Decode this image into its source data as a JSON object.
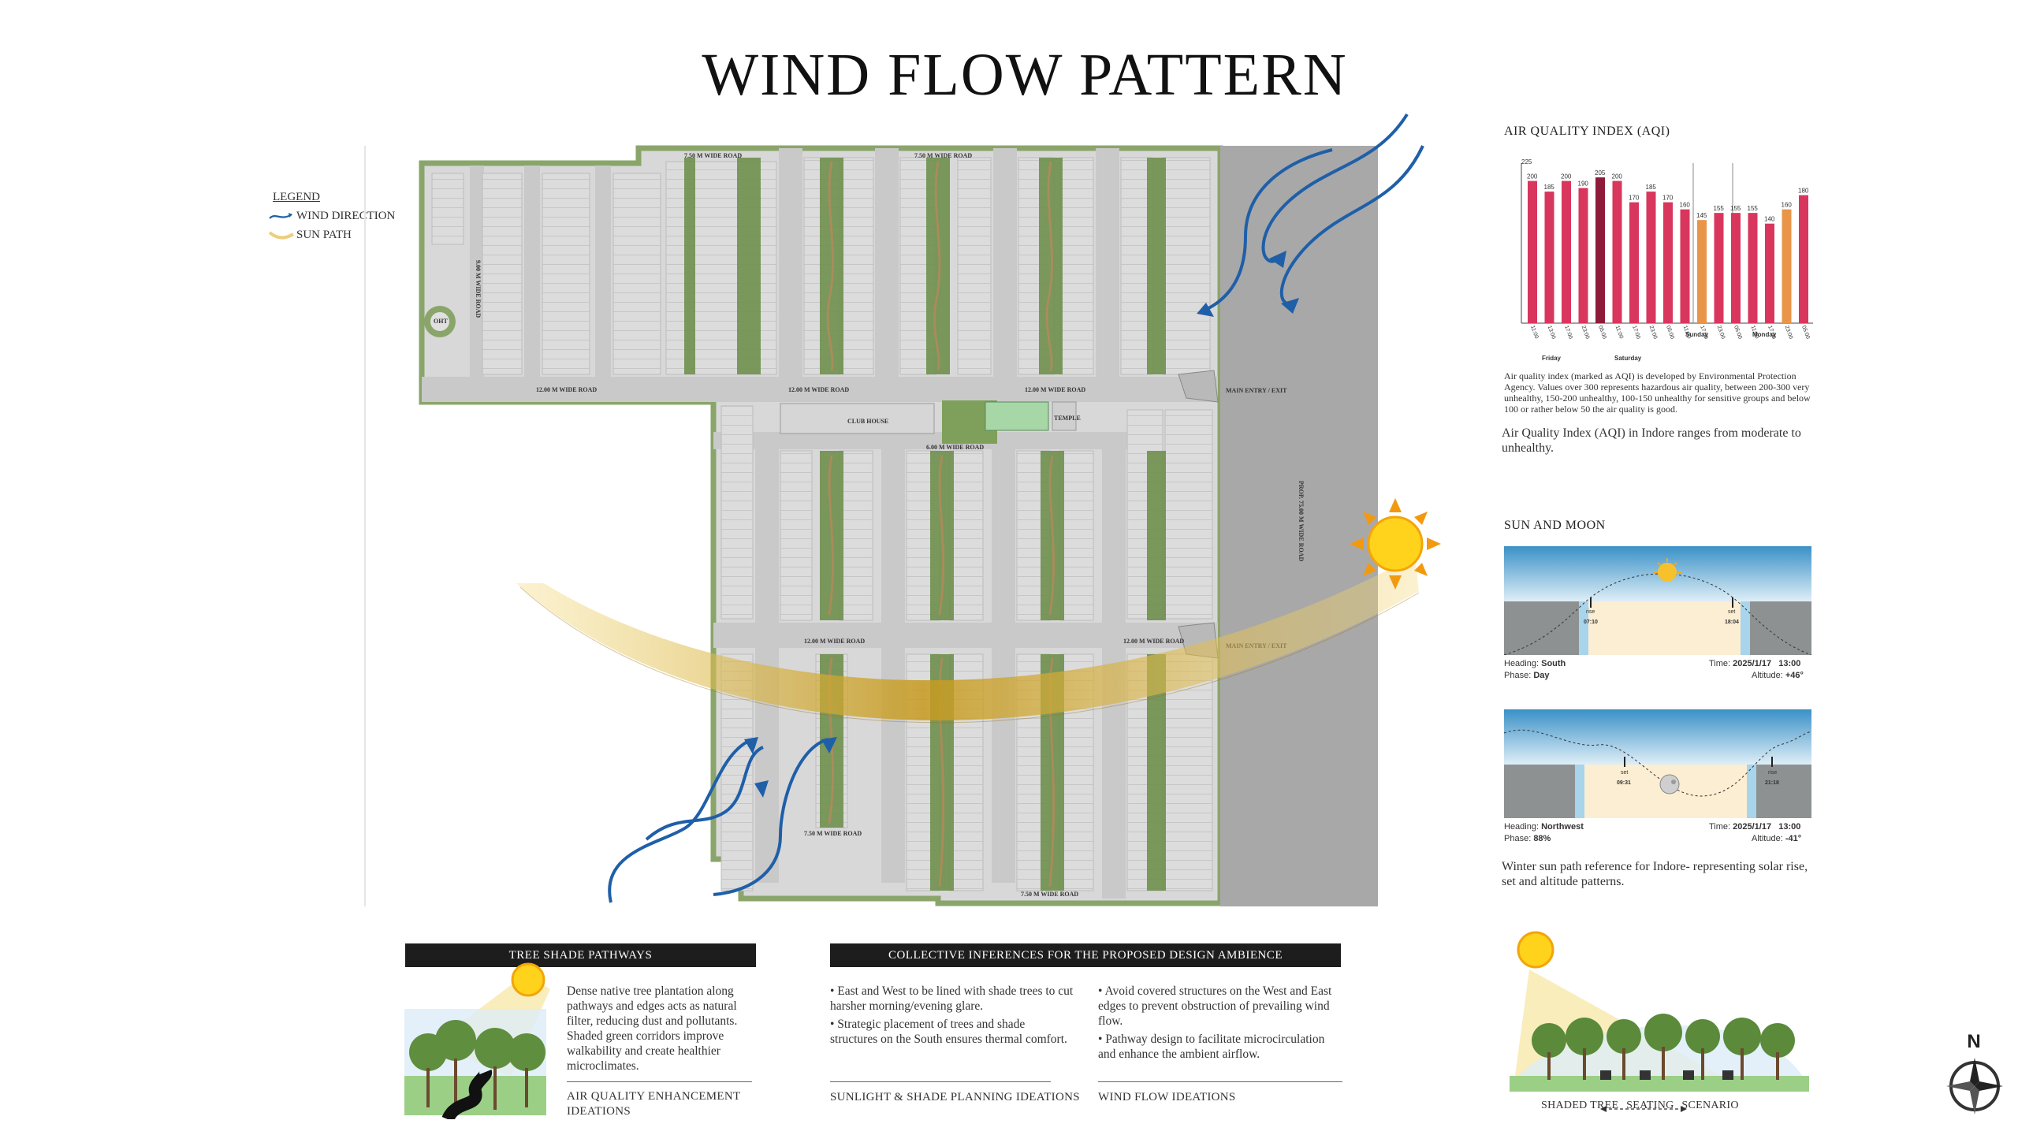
{
  "title": "WIND FLOW PATTERN",
  "legend": {
    "heading": "LEGEND",
    "items": [
      {
        "label": "WIND DIRECTION",
        "icon": "wind-arrow-icon",
        "color": "#1f5fa8"
      },
      {
        "label": "SUN PATH",
        "icon": "sun-path-icon",
        "color": "#e8c25a"
      }
    ]
  },
  "site_plan": {
    "road_labels": {
      "r750a": "7.50 M WIDE ROAD",
      "r750b": "7.50 M WIDE ROAD",
      "r750c": "7.50 M WIDE ROAD",
      "r750d": "7.50 M WIDE ROAD",
      "r12a": "12.00 M WIDE ROAD",
      "r12b": "12.00 M WIDE ROAD",
      "r12c": "12.00 M WIDE ROAD",
      "r12d": "12.00 M WIDE ROAD",
      "r12e": "12.00 M WIDE ROAD",
      "r9": "9.00 M WIDE ROAD",
      "r6": "6.00 M WIDE ROAD",
      "prop": "PROP. 75.00 M WIDE ROAD"
    },
    "main_entry_1": "MAIN ENTRY / EXIT",
    "main_entry_2": "MAIN ENTRY / EXIT",
    "club_house": "CLUB HOUSE",
    "temple": "TEMPLE",
    "oht": "OHT"
  },
  "aqi": {
    "heading": "AIR QUALITY INDEX (AQI)",
    "y_top_label": "225",
    "bars": [
      {
        "value": "200",
        "time": "11:00",
        "type": "red"
      },
      {
        "value": "185",
        "time": "13:00",
        "type": "red"
      },
      {
        "value": "200",
        "time": "17:00",
        "type": "red"
      },
      {
        "value": "190",
        "time": "23:00",
        "type": "red"
      },
      {
        "value": "205",
        "time": "05:00",
        "type": "dark"
      },
      {
        "value": "200",
        "time": "11:00",
        "type": "red"
      },
      {
        "value": "170",
        "time": "17:00",
        "type": "red"
      },
      {
        "value": "185",
        "time": "23:00",
        "type": "red"
      },
      {
        "value": "170",
        "time": "05:00",
        "type": "red"
      },
      {
        "value": "160",
        "time": "11:00",
        "type": "red"
      },
      {
        "value": "145",
        "time": "17:00",
        "type": "orange"
      },
      {
        "value": "155",
        "time": "23:00",
        "type": "red"
      },
      {
        "value": "155",
        "time": "05:00",
        "type": "red"
      },
      {
        "value": "155",
        "time": "11:00",
        "type": "red"
      },
      {
        "value": "140",
        "time": "17:00",
        "type": "red"
      },
      {
        "value": "160",
        "time": "23:00",
        "type": "orange"
      },
      {
        "value": "180",
        "time": "05:00",
        "type": "red"
      }
    ],
    "days": [
      "Friday",
      "Saturday",
      "Sunday",
      "Monday"
    ],
    "colors": {
      "red": "#d9365e",
      "dark": "#8e1b3a",
      "orange": "#e8954a"
    },
    "description": "Air quality index (marked as AQI) is developed by Environmental Protection Agency. Values over 300 represents hazardous air quality, between 200-300 very unhealthy, 150-200 unhealthy, 100-150 unhealthy for sensitive groups and below 100 or rather below 50 the air quality is good.",
    "summary": "Air Quality Index (AQI) in Indore ranges from moderate to unhealthy."
  },
  "sun_moon": {
    "heading": "SUN AND MOON",
    "sun_panel": {
      "rise_label": "rise",
      "rise_time": "07:10",
      "set_label": "set",
      "set_time": "18:04",
      "heading_label": "Heading:",
      "heading_value": "South",
      "phase_label": "Phase:",
      "phase_value": "Day",
      "time_label": "Time:",
      "time_value": "2025/1/17",
      "clock": "13:00",
      "altitude_label": "Altitude:",
      "altitude_value": "+46°"
    },
    "moon_panel": {
      "set_label": "set",
      "set_time": "09:31",
      "rise_label": "rise",
      "rise_time": "21:18",
      "heading_label": "Heading:",
      "heading_value": "Northwest",
      "phase_label": "Phase:",
      "phase_value": "88%",
      "time_label": "Time:",
      "time_value": "2025/1/17",
      "clock": "13:00",
      "altitude_label": "Altitude:",
      "altitude_value": "-41°"
    },
    "summary": "Winter sun path reference for Indore- representing solar rise, set and altitude patterns."
  },
  "tree_shade": {
    "heading": "TREE SHADE PATHWAYS",
    "body": "Dense native tree plantation along pathways and edges acts as natural filter, reducing dust and pollutants. Shaded green corridors improve walkability and create healthier microclimates.",
    "footer": "AIR QUALITY ENHANCEMENT IDEATIONS"
  },
  "inferences": {
    "heading": "COLLECTIVE INFERENCES FOR THE PROPOSED DESIGN AMBIENCE",
    "left_points": [
      "• East and West to be lined with shade trees to cut harsher morning/evening glare.",
      "• Strategic placement of trees and shade structures on the South ensures thermal comfort."
    ],
    "right_points": [
      "• Avoid covered structures on the West and East edges to prevent obstruction of prevailing wind flow.",
      "• Pathway design to facilitate microcirculation and enhance the ambient airflow."
    ],
    "left_footer": "SUNLIGHT & SHADE PLANNING IDEATIONS",
    "right_footer": "WIND FLOW IDEATIONS"
  },
  "scenario": {
    "caption_left": "SHADED TREE",
    "caption_mid": "SEATING",
    "caption_right": "SCENARIO"
  },
  "compass": {
    "letter": "N",
    "icon": "compass-icon"
  }
}
